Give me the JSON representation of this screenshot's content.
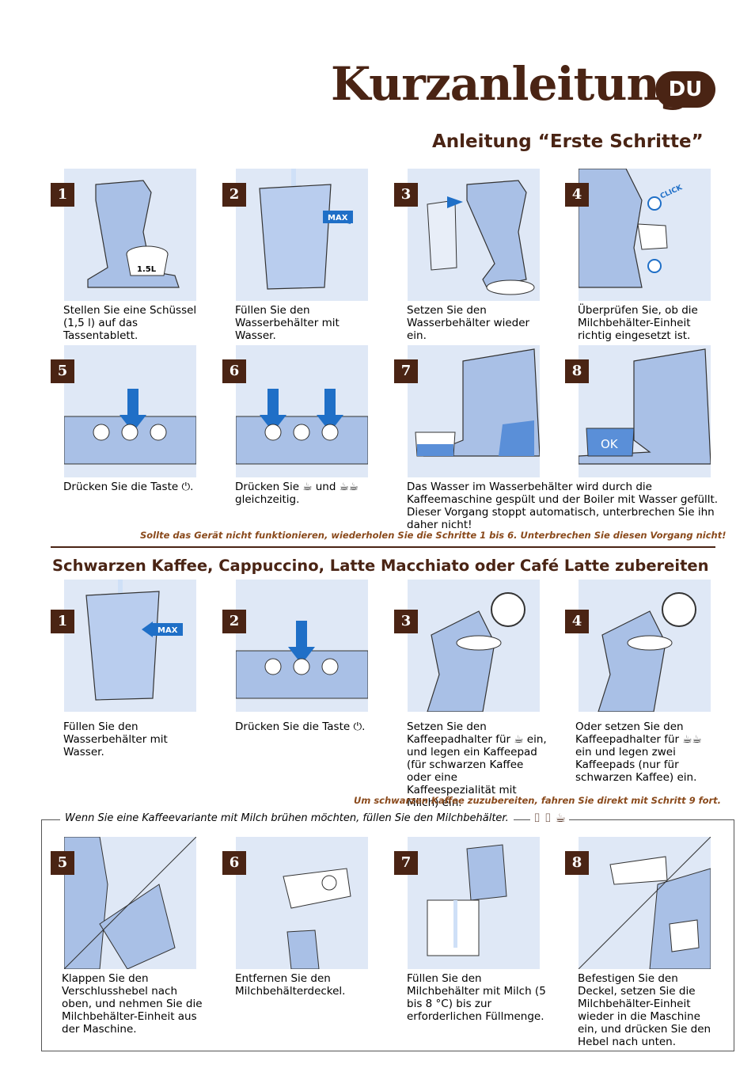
{
  "header": {
    "title": "Kurzanleitung",
    "lang_badge": "DU"
  },
  "section1": {
    "title": "Anleitung “Erste Schritte”",
    "steps": [
      {
        "num": "1",
        "text": "Stellen Sie eine Schüssel (1,5 l) auf das Tassentablett.",
        "label": "1.5L"
      },
      {
        "num": "2",
        "text": "Füllen Sie den Wasserbehälter mit Wasser.",
        "label": "MAX"
      },
      {
        "num": "3",
        "text": "Setzen Sie den Wasserbehälter wieder ein."
      },
      {
        "num": "4",
        "text": "Überprüfen Sie, ob die Milchbehälter-Einheit richtig eingesetzt ist.",
        "label": "CLICK"
      },
      {
        "num": "5",
        "text": "Drücken Sie die Taste ⏻."
      },
      {
        "num": "6",
        "text": "Drücken Sie ☕ und ☕☕ gleichzeitig."
      },
      {
        "num": "7",
        "text": "Das Wasser im Wasserbehälter wird durch die Kaffeemaschine gespült und der Boiler mit Wasser gefüllt. Dieser Vorgang stoppt automatisch, unterbrechen Sie ihn daher nicht!"
      },
      {
        "num": "8",
        "text": "",
        "label": "OK"
      }
    ],
    "note": "Sollte das Gerät nicht funktionieren, wiederholen Sie die Schritte 1 bis 6. Unterbrechen Sie diesen Vorgang nicht!"
  },
  "section2": {
    "title": "Schwarzen Kaffee, Cappuccino, Latte Macchiato oder Café Latte zubereiten",
    "steps": [
      {
        "num": "1",
        "text": "Füllen Sie den Wasserbehälter mit Wasser.",
        "label": "MAX"
      },
      {
        "num": "2",
        "text": "Drücken Sie die Taste ⏻."
      },
      {
        "num": "3",
        "text": "Setzen Sie den Kaffeepadhalter für ☕ ein, und legen ein Kaffeepad (für schwarzen Kaffee oder eine Kaffeespezialität mit Milch) ein."
      },
      {
        "num": "4",
        "text": "Oder setzen Sie den Kaffeepadhalter für ☕☕ ein und legen zwei Kaffeepads (nur für schwarzen Kaffee) ein."
      }
    ],
    "note": "Um schwarzen Kaffee zuzubereiten, fahren Sie direkt mit Schritt 9 fort."
  },
  "milk": {
    "intro": "Wenn Sie eine Kaffeevariante mit Milch brühen möchten, füllen Sie den Milchbehälter.",
    "icons": "⌷ ⌷ ☕",
    "steps": [
      {
        "num": "5",
        "text": "Klappen Sie den Verschlusshebel nach oben, und nehmen Sie die Milchbehälter-Einheit aus der Maschine."
      },
      {
        "num": "6",
        "text": "Entfernen Sie den Milchbehälterdeckel."
      },
      {
        "num": "7",
        "text": "Füllen Sie den Milchbehälter mit Milch (5 bis 8 °C) bis zur erforderlichen Füllmenge."
      },
      {
        "num": "8",
        "text": "Befestigen Sie den Deckel, setzen Sie die Milchbehälter-Einheit wieder in die Maschine ein, und drücken Sie den Hebel nach unten."
      }
    ]
  },
  "colors": {
    "brown": "#4a2414",
    "panel_bg": "#dfe8f6",
    "machine": "#a9c0e6",
    "arrow": "#1f6fc7",
    "note": "#8a4a1c"
  }
}
